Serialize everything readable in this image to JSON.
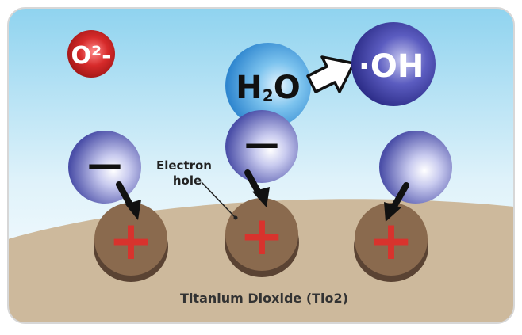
{
  "molecules": {
    "superoxide": "O²-",
    "water_h": "H",
    "water_sub": "2",
    "water_o": "O",
    "hydroxyl": "·OH"
  },
  "charges": {
    "electron_symbol": "—",
    "hole_symbol": "+"
  },
  "labels": {
    "electron_hole_line1": "Electron",
    "electron_hole_line2": "hole",
    "substrate": "Titanium Dioxide (Tio2)"
  },
  "colors": {
    "sky_top": "#8fd3ef",
    "sky_bottom": "#ffffff",
    "ground": "#cdb99c",
    "hole_top": "#8a6a4e",
    "hole_side": "#5a4333",
    "plus": "#d8332d",
    "electron": "#4b4fa8",
    "water": "#2f8fd4",
    "hydroxyl": "#2c2d8c",
    "superoxide": "#c41e22"
  }
}
